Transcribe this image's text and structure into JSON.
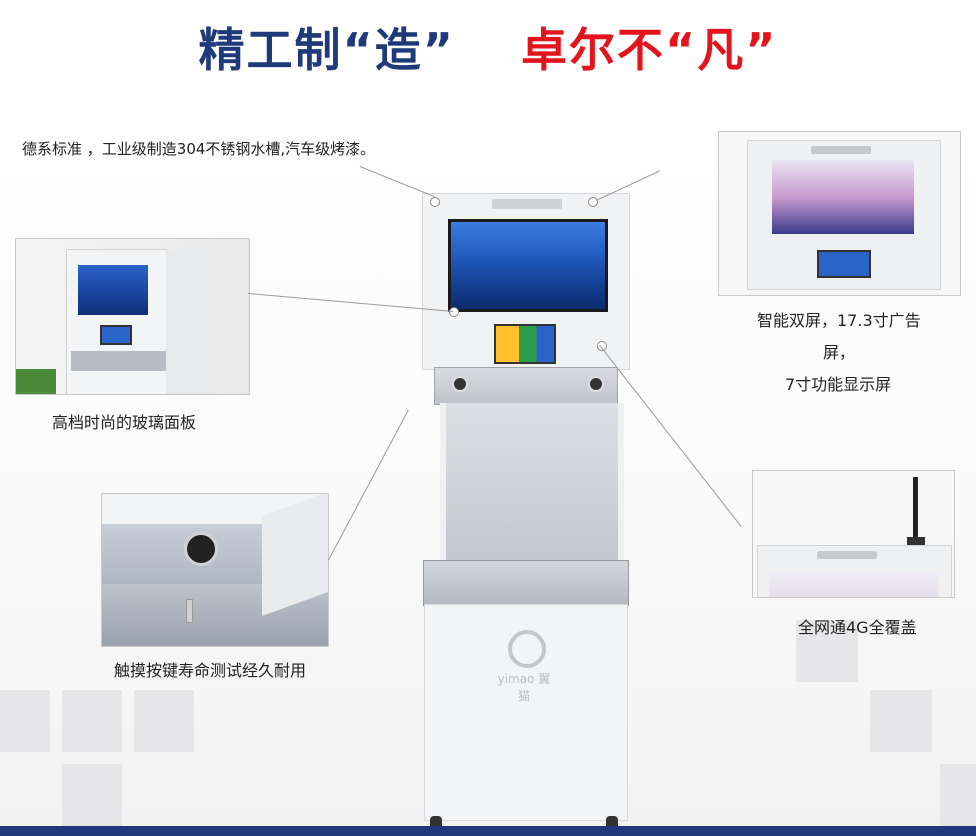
{
  "title": {
    "part1": "精工制“造”",
    "part2": "卓尔不“凡”"
  },
  "captions": {
    "top_left": "德系标准 ，工业级制造304不锈钢水槽,汽车级烤漆。",
    "glass_panel": "高档时尚的玻璃面板",
    "touch_key": "触摸按键寿命测试经久耐用",
    "dual_screen_l1": "智能双屏，17.3寸广告",
    "dual_screen_l2": "屏，",
    "dual_screen_l3": "7寸功能显示屏",
    "network": "全网通4G全覆盖"
  },
  "brand": {
    "logo_text": "yimao",
    "logo_cn": "翼猫"
  },
  "colors": {
    "title_blue": "#1f3a7a",
    "title_red": "#e3141c",
    "bottom_bar": "#1f3a7a"
  },
  "icons": [
    "brand-logo-icon",
    "touch-button-icon",
    "antenna-icon",
    "faucet-icon"
  ]
}
